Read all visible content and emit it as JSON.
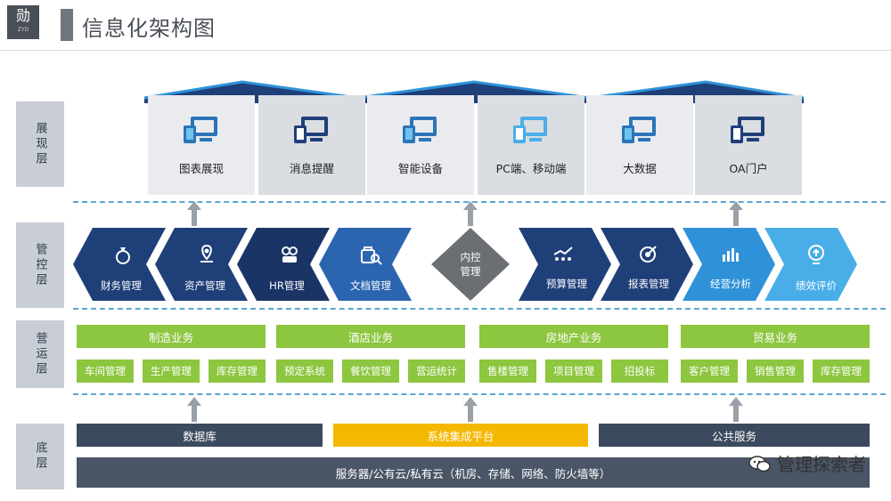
{
  "header": {
    "logo_char": "勋",
    "logo_sub": "ZYD",
    "title": "信息化架构图"
  },
  "layers": {
    "presentation": "展现层",
    "control": "管控层",
    "operation": "营运层",
    "base": "底层"
  },
  "presentation_items": [
    "图表展现",
    "消息提醒",
    "智能设备",
    "PC端、移动端",
    "大数据",
    "OA门户"
  ],
  "control": {
    "left": [
      "财务管理",
      "资产管理",
      "HR管理",
      "文档管理"
    ],
    "center": "内控\n管理",
    "right": [
      "预算管理",
      "报表管理",
      "经营分析",
      "绩效评价"
    ]
  },
  "operation": [
    {
      "title": "制造业务",
      "items": [
        "车间管理",
        "生产管理",
        "库存管理"
      ]
    },
    {
      "title": "酒店业务",
      "items": [
        "预定系统",
        "餐饮管理",
        "营运统计"
      ]
    },
    {
      "title": "房地产业务",
      "items": [
        "售楼管理",
        "项目管理",
        "招投标"
      ]
    },
    {
      "title": "贸易业务",
      "items": [
        "客户管理",
        "销售管理",
        "库存管理"
      ]
    }
  ],
  "base": {
    "database": "数据库",
    "integration": "系统集成平台",
    "public": "公共服务",
    "servers": "服务器/公有云/私有云（机房、存储、网络、防火墙等）"
  },
  "watermark": "管理探索者",
  "colors": {
    "dark_navy": "#1f3f78",
    "mid_blue": "#2b65b0",
    "light_blue": "#2f92d8",
    "sky_blue": "#49aee8",
    "green": "#8dc63f",
    "yellow": "#f5b800",
    "slate": "#3b4a5e"
  }
}
